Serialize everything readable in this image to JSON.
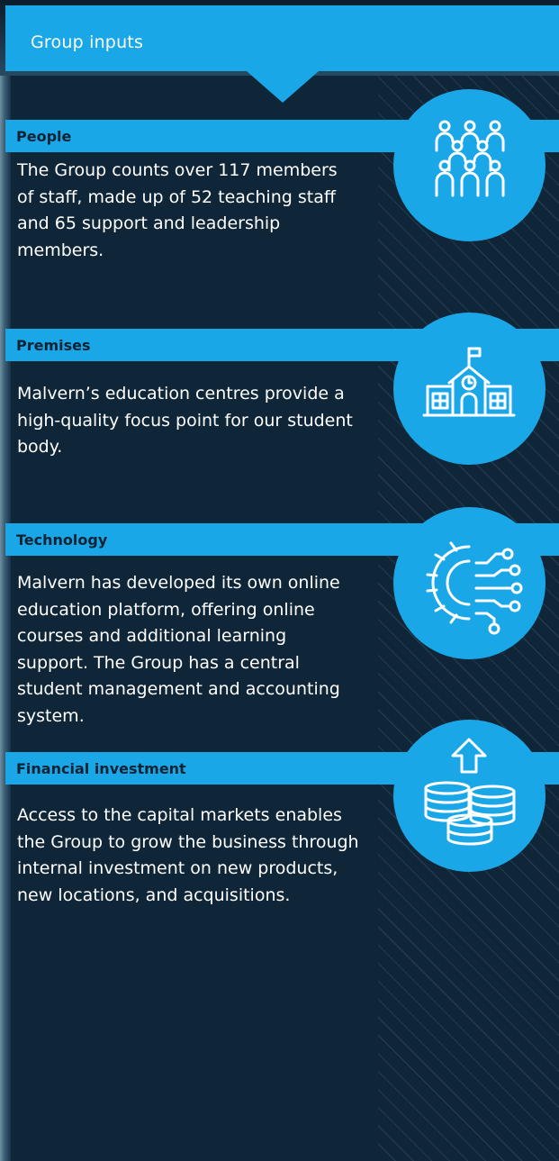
{
  "header": {
    "title": "Group inputs"
  },
  "sections": [
    {
      "title": "People",
      "body": "The Group counts over 117 members of staff, made up of 52 teaching staff and 65 support and leadership members.",
      "icon": "people-group-icon"
    },
    {
      "title": "Premises",
      "body": "Malvern’s education centres provide a high-quality focus point for our student body.",
      "icon": "school-building-icon"
    },
    {
      "title": "Technology",
      "body": "Malvern has developed its own online education platform, offering online courses and additional learning support. The Group has a central student management and accounting system.",
      "icon": "gear-circuit-icon"
    },
    {
      "title": "Financial investment",
      "body": "Access to the capital markets enables the Group to grow the business through internal investment on new products, new locations, and acquisitions.",
      "icon": "coins-arrow-up-icon"
    }
  ],
  "colors": {
    "accent": "#1aa7e8",
    "background": "#0f2538",
    "section_title": "#0d2233",
    "text": "#ffffff"
  }
}
